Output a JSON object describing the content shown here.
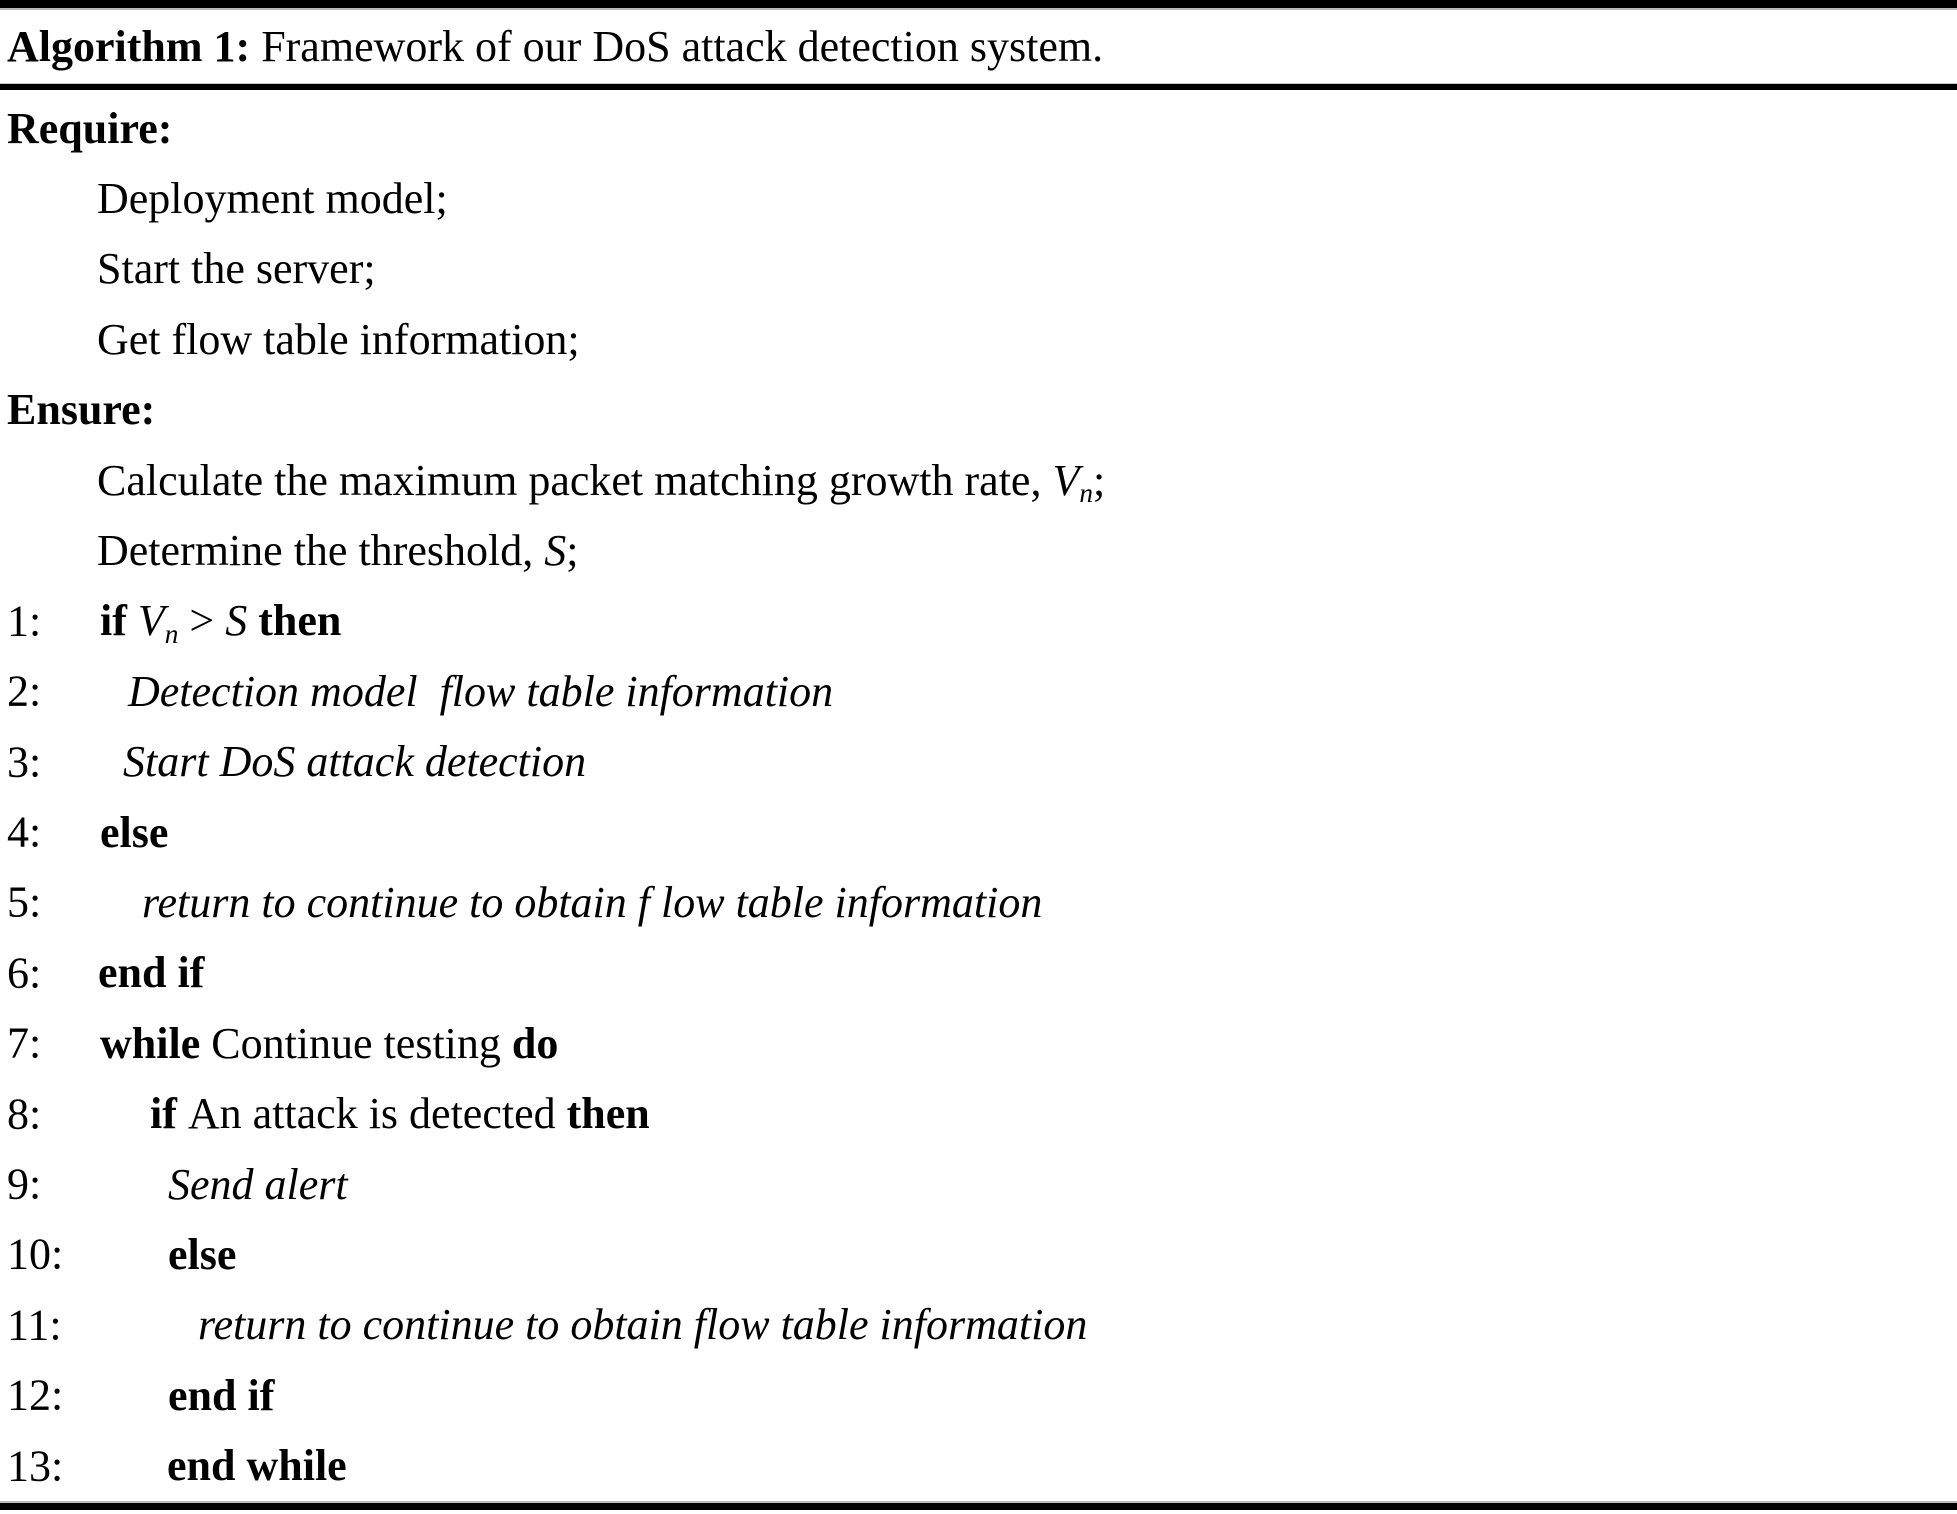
{
  "colors": {
    "text": "#000000",
    "background": "#ffffff",
    "rule": "#000000"
  },
  "algorithm": {
    "header": {
      "label": "Algorithm 1:",
      "title": " Framework of our DoS attack detection system."
    },
    "preamble": [
      {
        "kind": "keyword-header",
        "indent": 7,
        "segments": [
          {
            "s": "bold",
            "t": "Require:"
          }
        ]
      },
      {
        "kind": "statement",
        "indent": 97,
        "segments": [
          {
            "s": "plain",
            "t": "Deployment model;"
          }
        ]
      },
      {
        "kind": "statement",
        "indent": 97,
        "segments": [
          {
            "s": "plain",
            "t": "Start the server;"
          }
        ]
      },
      {
        "kind": "statement",
        "indent": 97,
        "segments": [
          {
            "s": "plain",
            "t": "Get flow table information;"
          }
        ]
      },
      {
        "kind": "keyword-header",
        "indent": 7,
        "segments": [
          {
            "s": "bold",
            "t": "Ensure:"
          }
        ]
      },
      {
        "kind": "statement",
        "indent": 97,
        "segments": [
          {
            "s": "plain",
            "t": "Calculate the maximum packet matching growth rate, "
          },
          {
            "s": "italic",
            "t": "V"
          },
          {
            "s": "sub",
            "t": "n"
          },
          {
            "s": "plain",
            "t": ";"
          }
        ]
      },
      {
        "kind": "statement",
        "indent": 97,
        "segments": [
          {
            "s": "plain",
            "t": "Determine the threshold, "
          },
          {
            "s": "italic",
            "t": "S"
          },
          {
            "s": "plain",
            "t": ";"
          }
        ]
      }
    ],
    "steps": [
      {
        "num": "1:",
        "indent": 100,
        "segments": [
          {
            "s": "bold",
            "t": "if "
          },
          {
            "s": "italic",
            "t": "V"
          },
          {
            "s": "sub",
            "t": "n"
          },
          {
            "s": "plain",
            "t": " > "
          },
          {
            "s": "italic",
            "t": "S"
          },
          {
            "s": "bold",
            "t": " then"
          }
        ]
      },
      {
        "num": "2:",
        "indent": 128,
        "segments": [
          {
            "s": "italic",
            "t": "Detection model  flow table information"
          }
        ]
      },
      {
        "num": "3:",
        "indent": 123,
        "segments": [
          {
            "s": "italic",
            "t": "Start DoS attack detection"
          }
        ]
      },
      {
        "num": "4:",
        "indent": 100,
        "segments": [
          {
            "s": "bold",
            "t": "else"
          }
        ]
      },
      {
        "num": "5:",
        "indent": 142,
        "segments": [
          {
            "s": "italic",
            "t": "return to continue to obtain f low table information"
          }
        ]
      },
      {
        "num": "6:",
        "indent": 98,
        "segments": [
          {
            "s": "bold",
            "t": "end if"
          }
        ]
      },
      {
        "num": "7:",
        "indent": 100,
        "segments": [
          {
            "s": "bold",
            "t": "while "
          },
          {
            "s": "plain",
            "t": "Continue testing "
          },
          {
            "s": "bold",
            "t": "do"
          }
        ]
      },
      {
        "num": "8:",
        "indent": 150,
        "segments": [
          {
            "s": "bold",
            "t": "if "
          },
          {
            "s": "plain",
            "t": "An attack is detected "
          },
          {
            "s": "bold",
            "t": "then"
          }
        ]
      },
      {
        "num": "9:",
        "indent": 168,
        "segments": [
          {
            "s": "italic",
            "t": "Send alert"
          }
        ]
      },
      {
        "num": "10:",
        "indent": 168,
        "segments": [
          {
            "s": "bold",
            "t": "else"
          }
        ]
      },
      {
        "num": "11:",
        "indent": 198,
        "segments": [
          {
            "s": "italic",
            "t": "return to continue to obtain flow table information"
          }
        ]
      },
      {
        "num": "12:",
        "indent": 168,
        "segments": [
          {
            "s": "bold",
            "t": "end if"
          }
        ]
      },
      {
        "num": "13:",
        "indent": 167,
        "segments": [
          {
            "s": "bold",
            "t": "end while"
          }
        ]
      }
    ]
  }
}
